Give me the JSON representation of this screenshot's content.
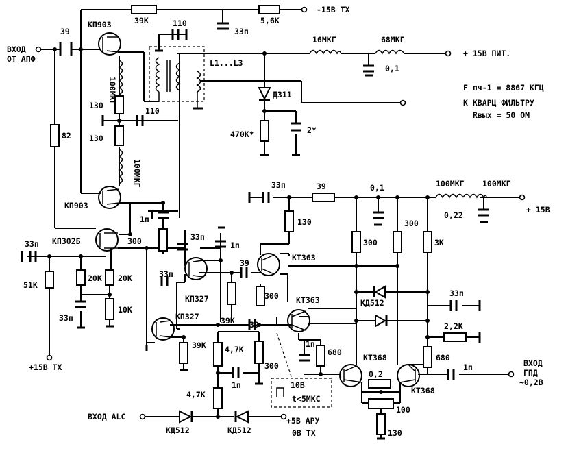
{
  "inputs": {
    "apf_line1": "ВХОД",
    "apf_line2": "ОТ АПФ",
    "alc": "ВХОД ALC",
    "gpd_line1": "ВХОД",
    "gpd_line2": "ГПД",
    "gpd_level": "~0,2В"
  },
  "supplies": {
    "minus15_tx": "-15В ТХ",
    "plus15_pit": "+ 15В ПИТ.",
    "plus15": "+ 15В",
    "plus15_tx": "+15В ТХ",
    "agc_line1": "+5В АРУ",
    "agc_line2": "0В ТХ"
  },
  "notes": {
    "fpch": "F пч-1 = 8867 КГЦ",
    "to_filter": "К КВАРЦ ФИЛЬТРУ",
    "rout": "Rвых = 50 ОМ",
    "coils": "L1...L3",
    "pulse_val": "10В",
    "pulse_time": "t<5МКС"
  },
  "transistors": {
    "q_top": "КП903",
    "q_mid": "КП903",
    "q_fet": "КП302Б",
    "q_327a": "КП327",
    "q_327b": "КП327",
    "q_363a": "КТ363",
    "q_363b": "КТ363",
    "q_368a": "КТ368",
    "q_368b": "КТ368"
  },
  "diodes": {
    "d311": "Д311",
    "d512_top": "КД512",
    "d512_alc1": "КД512",
    "d512_alc2": "КД512"
  },
  "resistors": {
    "r39k_top": "39К",
    "r5_6k": "5,6К",
    "r82": "82",
    "r130_a": "130",
    "r130_b": "130",
    "r470k": "470К*",
    "r51k": "51К",
    "r20k_a": "20К",
    "r20k_b": "20К",
    "r10k": "10К",
    "r300_fet": "300",
    "r39_mid": "39",
    "r130_mid": "130",
    "r300_a": "300",
    "r300_b": "300",
    "r3k": "3К",
    "r300_c": "300",
    "r39k_mid": "39К",
    "r39k_low": "39К",
    "r4_7k_a": "4,7К",
    "r4_7k_b": "4,7К",
    "r300_d": "300",
    "r2_2k": "2,2К",
    "r680_a": "680",
    "r680_b": "680",
    "r0_2": "0,2",
    "r100": "100",
    "r130_low": "130"
  },
  "capacitors": {
    "c39_in": "39",
    "c110_top": "110",
    "c33n_top": "33п",
    "c110_mid": "110",
    "c0_1_top": "0,1",
    "c2x": "2*",
    "c1n_a": "1п",
    "c33n_a": "33п",
    "c1n_b": "1п",
    "c33n_b": "33п",
    "c33n_fet": "33п",
    "c33n_bot": "33п",
    "c33n_right": "33п",
    "c0_1_right": "0,1",
    "c0_22": "0,22",
    "c33n_c": "33п",
    "c39_b": "39",
    "c39_c": "39",
    "c1n_c": "1п",
    "c1n_d": "1п",
    "c1n_out": "1п"
  },
  "inductors": {
    "l16": "16МКГ",
    "l68": "68МКГ",
    "l100_a": "100МКГ",
    "l100_b": "100МКГ",
    "l100_c": "100МКГ",
    "l100_d": "100МКГ"
  }
}
